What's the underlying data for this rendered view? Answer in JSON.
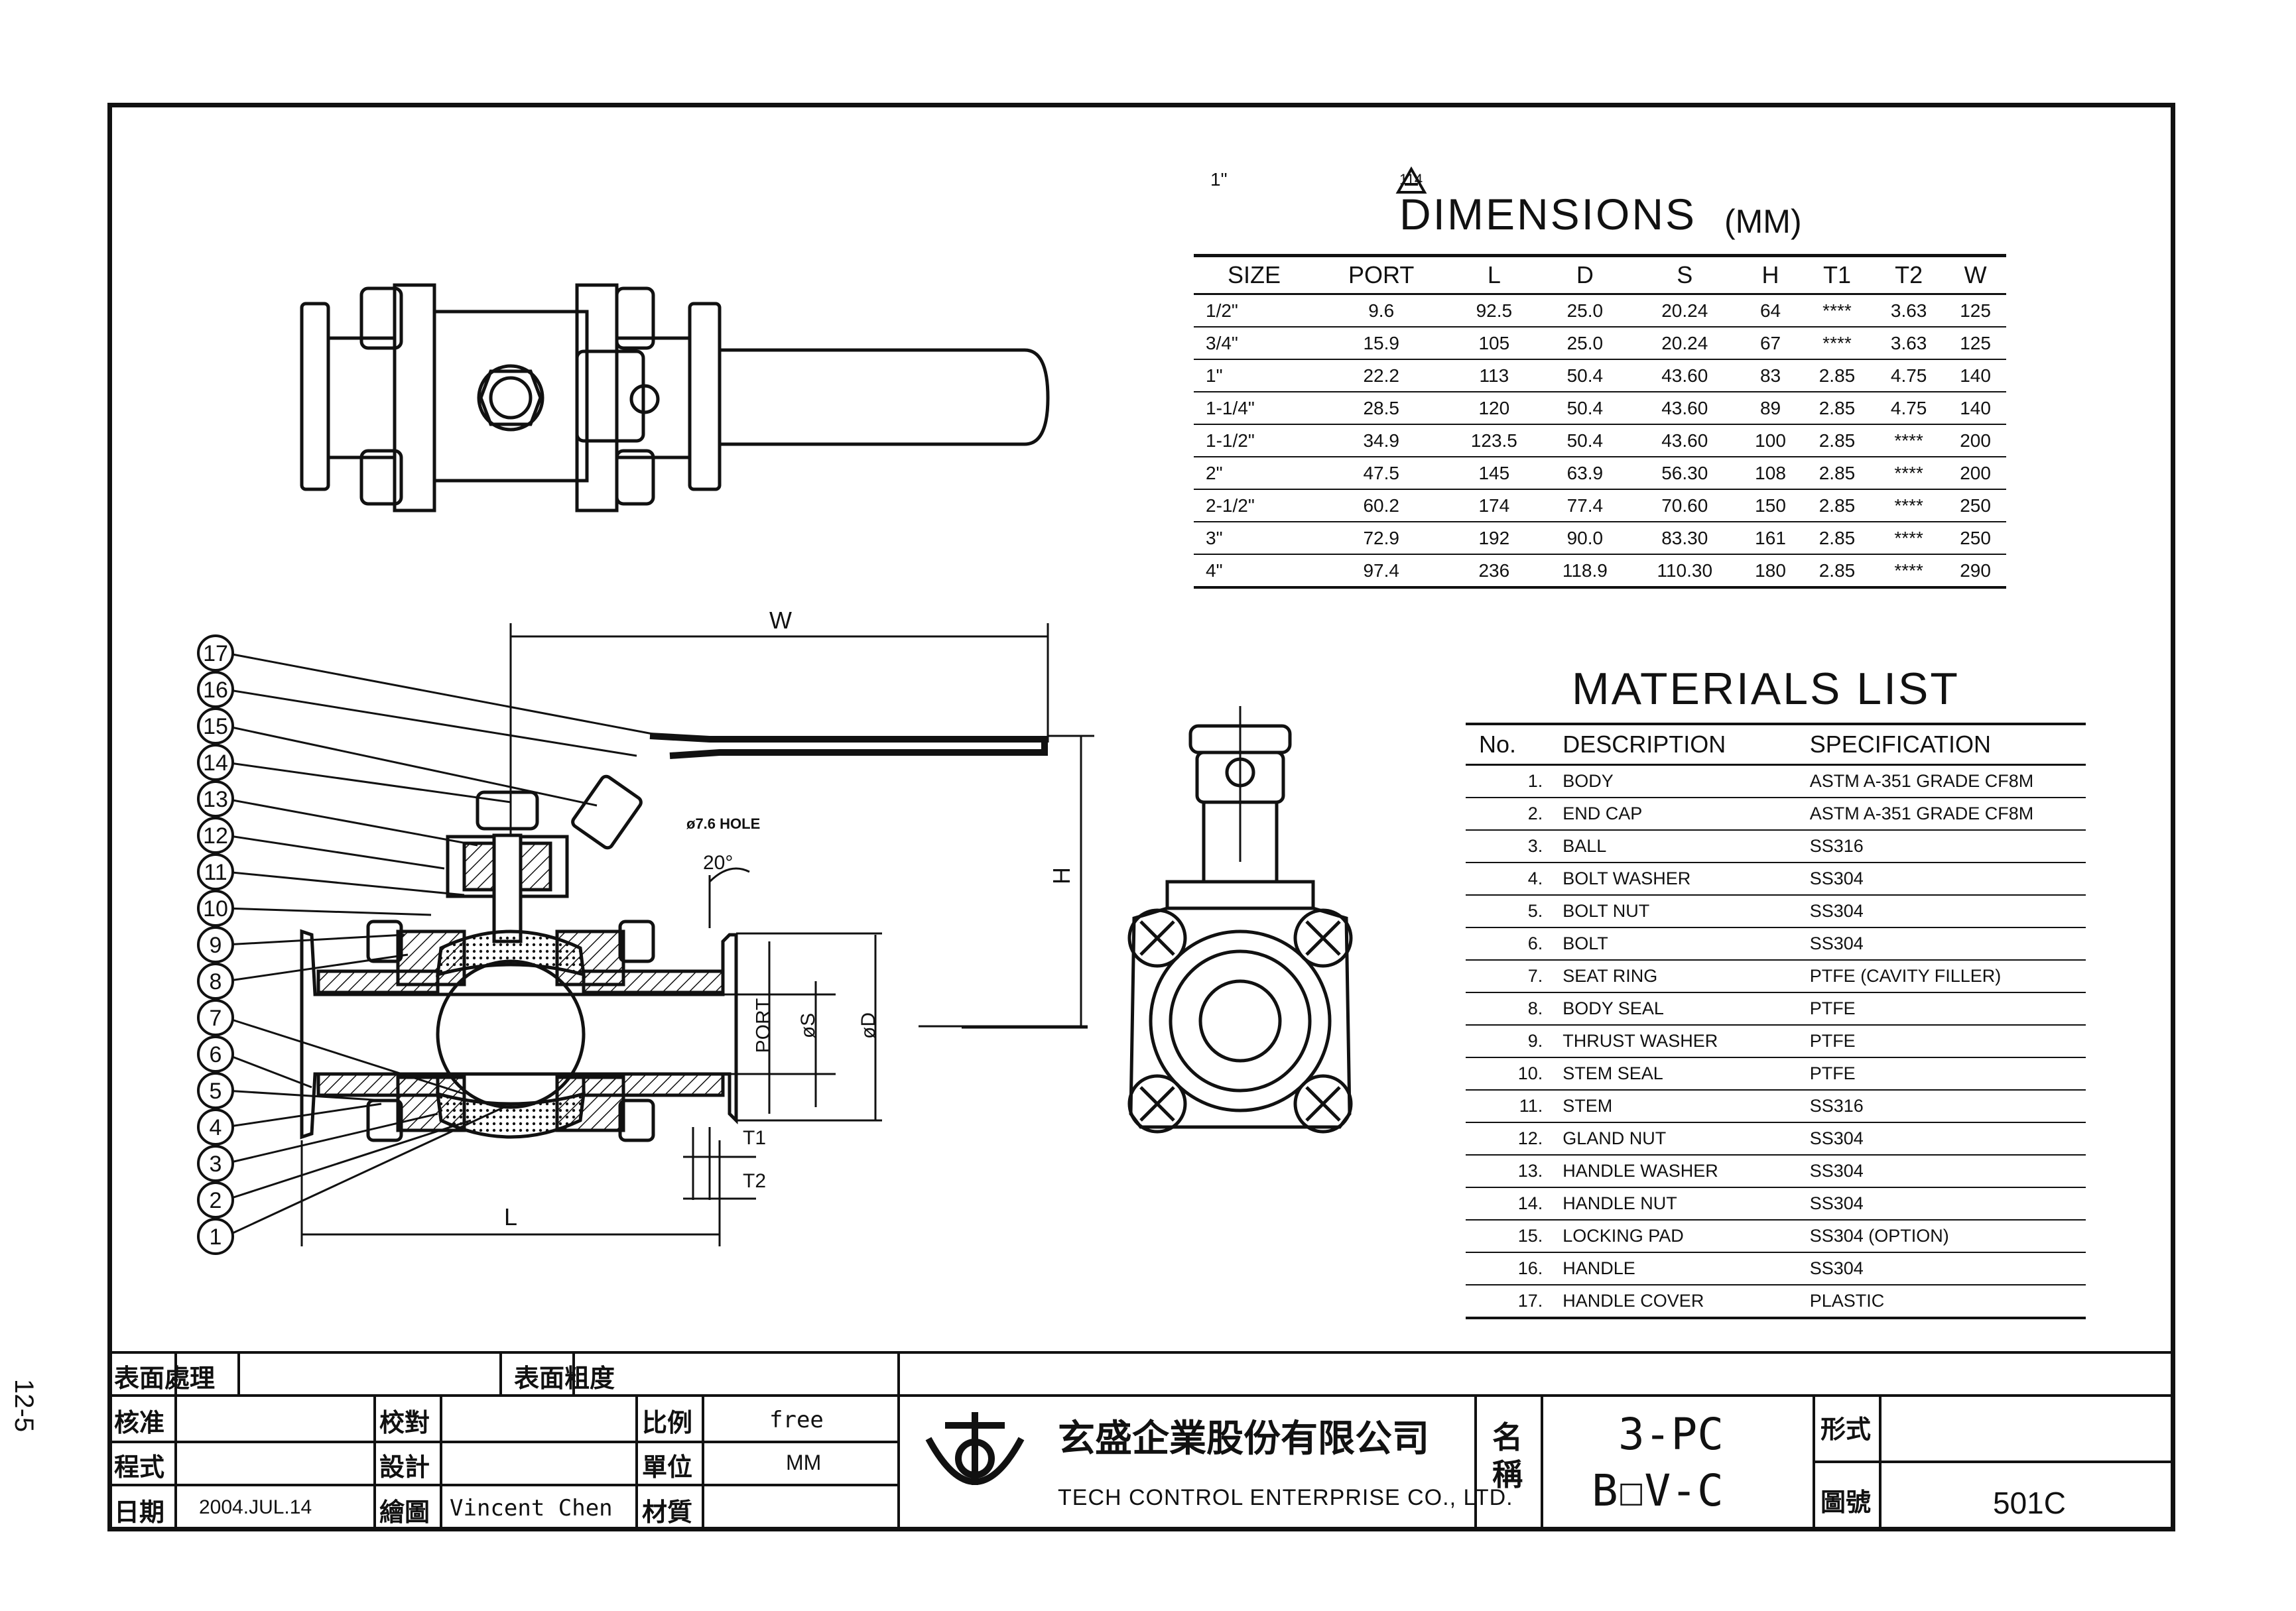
{
  "side_label": "12-5",
  "header": {
    "size_note": "1\"",
    "revision_mark": "114",
    "title": "DIMENSIONS",
    "unit": "(MM)"
  },
  "dimensions": {
    "columns": [
      "SIZE",
      "PORT",
      "L",
      "D",
      "S",
      "H",
      "T1",
      "T2",
      "W"
    ],
    "rows": [
      [
        "1/2\"",
        "9.6",
        "92.5",
        "25.0",
        "20.24",
        "64",
        "****",
        "3.63",
        "125"
      ],
      [
        "3/4\"",
        "15.9",
        "105",
        "25.0",
        "20.24",
        "67",
        "****",
        "3.63",
        "125"
      ],
      [
        "1\"",
        "22.2",
        "113",
        "50.4",
        "43.60",
        "83",
        "2.85",
        "4.75",
        "140"
      ],
      [
        "1-1/4\"",
        "28.5",
        "120",
        "50.4",
        "43.60",
        "89",
        "2.85",
        "4.75",
        "140"
      ],
      [
        "1-1/2\"",
        "34.9",
        "123.5",
        "50.4",
        "43.60",
        "100",
        "2.85",
        "****",
        "200"
      ],
      [
        "2\"",
        "47.5",
        "145",
        "63.9",
        "56.30",
        "108",
        "2.85",
        "****",
        "200"
      ],
      [
        "2-1/2\"",
        "60.2",
        "174",
        "77.4",
        "70.60",
        "150",
        "2.85",
        "****",
        "250"
      ],
      [
        "3\"",
        "72.9",
        "192",
        "90.0",
        "83.30",
        "161",
        "2.85",
        "****",
        "250"
      ],
      [
        "4\"",
        "97.4",
        "236",
        "118.9",
        "110.30",
        "180",
        "2.85",
        "****",
        "290"
      ]
    ]
  },
  "materials": {
    "title": "MATERIALS  LIST",
    "columns": [
      "No.",
      "DESCRIPTION",
      "SPECIFICATION"
    ],
    "rows": [
      [
        "1.",
        "BODY",
        "ASTM  A-351  GRADE  CF8M"
      ],
      [
        "2.",
        "END  CAP",
        "ASTM  A-351  GRADE  CF8M"
      ],
      [
        "3.",
        "BALL",
        "SS316"
      ],
      [
        "4.",
        "BOLT  WASHER",
        "SS304"
      ],
      [
        "5.",
        "BOLT  NUT",
        "SS304"
      ],
      [
        "6.",
        "BOLT",
        "SS304"
      ],
      [
        "7.",
        "SEAT  RING",
        "PTFE  (CAVITY  FILLER)"
      ],
      [
        "8.",
        "BODY  SEAL",
        "PTFE"
      ],
      [
        "9.",
        "THRUST  WASHER",
        "PTFE"
      ],
      [
        "10.",
        "STEM  SEAL",
        "PTFE"
      ],
      [
        "11.",
        "STEM",
        "SS316"
      ],
      [
        "12.",
        "GLAND  NUT",
        "SS304"
      ],
      [
        "13.",
        "HANDLE  WASHER",
        "SS304"
      ],
      [
        "14.",
        "HANDLE  NUT",
        "SS304"
      ],
      [
        "15.",
        "LOCKING  PAD",
        "SS304  (OPTION)"
      ],
      [
        "16.",
        "HANDLE",
        "SS304"
      ],
      [
        "17.",
        "HANDLE  COVER",
        "PLASTIC"
      ]
    ]
  },
  "drawing_labels": {
    "w": "W",
    "h": "H",
    "l": "L",
    "port": "PORT",
    "s": "øS",
    "d": "øD",
    "t1": "T1",
    "t2": "T2",
    "angle": "20°",
    "hole": "ø7.6  HOLE",
    "balloons": [
      "1",
      "2",
      "3",
      "4",
      "5",
      "6",
      "7",
      "8",
      "9",
      "10",
      "11",
      "12",
      "13",
      "14",
      "15",
      "16",
      "17"
    ]
  },
  "title_block": {
    "surface_treatment": "表面處理",
    "surface_roughness": "表面粗度",
    "approved": "核准",
    "checked": "校對",
    "process": "程式",
    "designed": "設計",
    "date_label": "日期",
    "date": "2004.JUL.14",
    "drawn": "繪圖",
    "drawer": "Vincent  Chen",
    "scale_label": "比例",
    "scale": "free",
    "unit_label": "單位",
    "unit": "MM",
    "material_label": "材質",
    "company_cn": "玄盛企業股份有限公司",
    "company_en": "TECH  CONTROL  ENTERPRISE  CO.,  LTD.",
    "name_label": "名稱",
    "product_line1": "3-PC",
    "product_line2": "B☐V-C",
    "type_label": "形式",
    "drawing_no_label": "圖號",
    "drawing_no": "501C"
  }
}
